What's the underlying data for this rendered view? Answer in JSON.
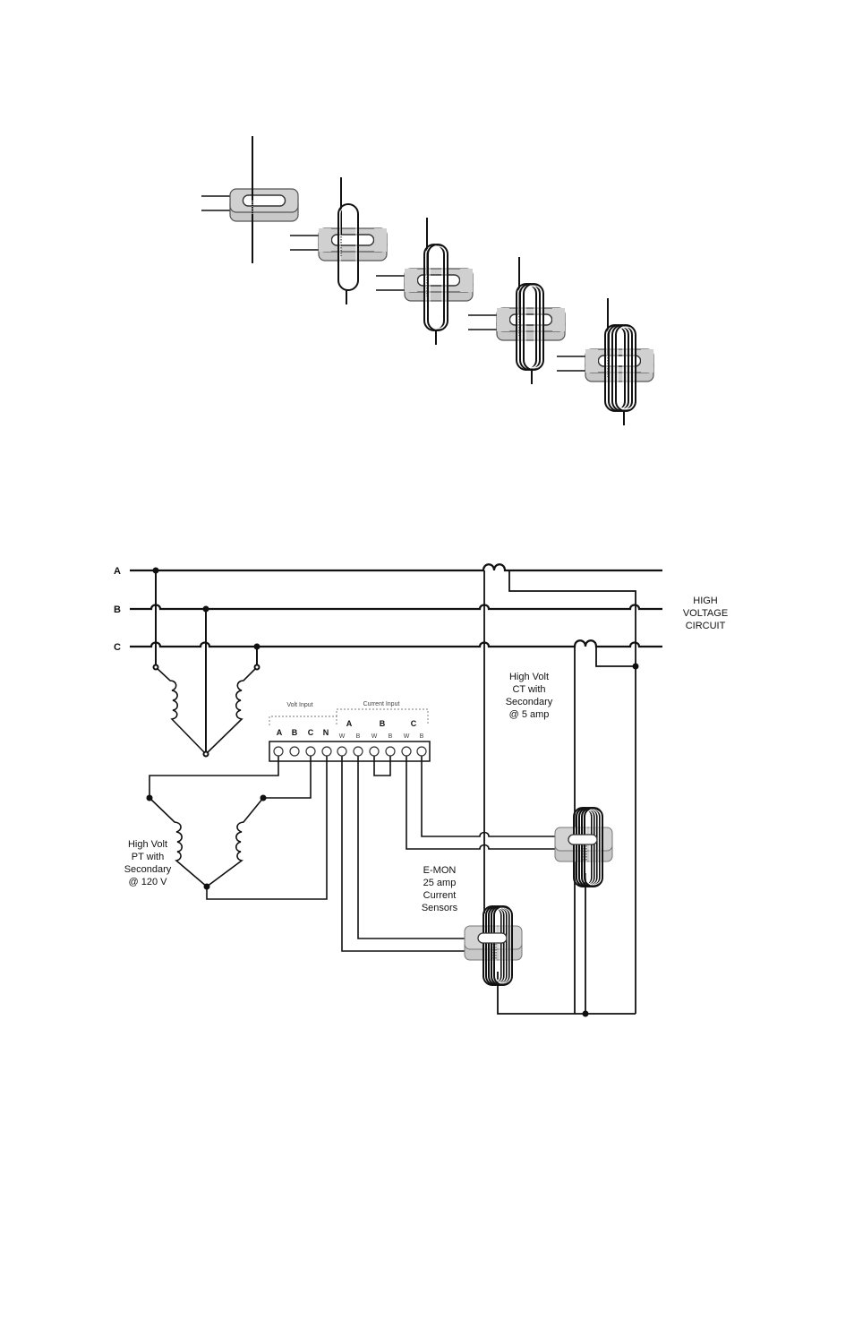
{
  "coils_figure": {
    "sensor_count": 5,
    "wrap_counts": [
      0,
      1,
      2,
      3,
      4
    ]
  },
  "wiring": {
    "bus_labels": [
      "A",
      "B",
      "C"
    ],
    "hv_label": [
      "HIGH",
      "VOLTAGE",
      "CIRCUIT"
    ],
    "ct_label": [
      "High Volt",
      "CT with",
      "Secondary",
      "@ 5 amp"
    ],
    "pt_label": [
      "High Volt",
      "PT with",
      "Secondary",
      "@ 120 V"
    ],
    "sensor_label": [
      "E-MON",
      "25 amp",
      "Current",
      "Sensors"
    ],
    "volt_input_title": "Volt Input",
    "current_input_title": "Current Input",
    "volt_terminals": [
      "A",
      "B",
      "C",
      "N"
    ],
    "current_phases": [
      "A",
      "B",
      "C"
    ],
    "wb_labels": [
      "W",
      "B",
      "W",
      "B",
      "W",
      "B"
    ]
  }
}
